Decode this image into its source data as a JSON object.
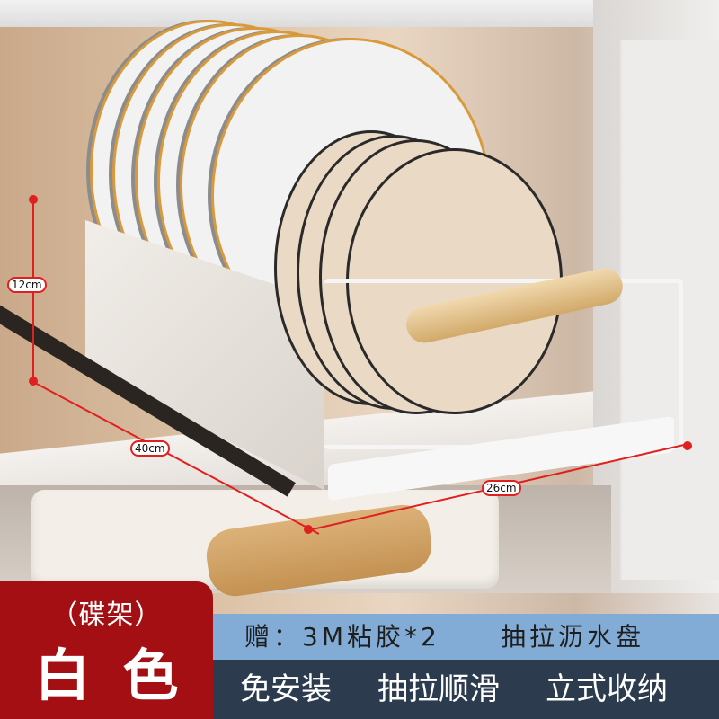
{
  "product": {
    "variant_sub": "（碟架）",
    "variant_color": "白色",
    "gift_line": {
      "gift": "赠：3M粘胶*2",
      "tray": "抽拉沥水盘"
    },
    "features": [
      "免安装",
      "抽拉顺滑",
      "立式收纳"
    ]
  },
  "dimensions": {
    "height": "12cm",
    "depth": "40cm",
    "width": "26cm"
  },
  "colors": {
    "badge_red": "#a30f12",
    "bar_blue": "#82acd6",
    "bar_navy": "#2c3b4e",
    "dimension_red": "#e01f1f"
  }
}
